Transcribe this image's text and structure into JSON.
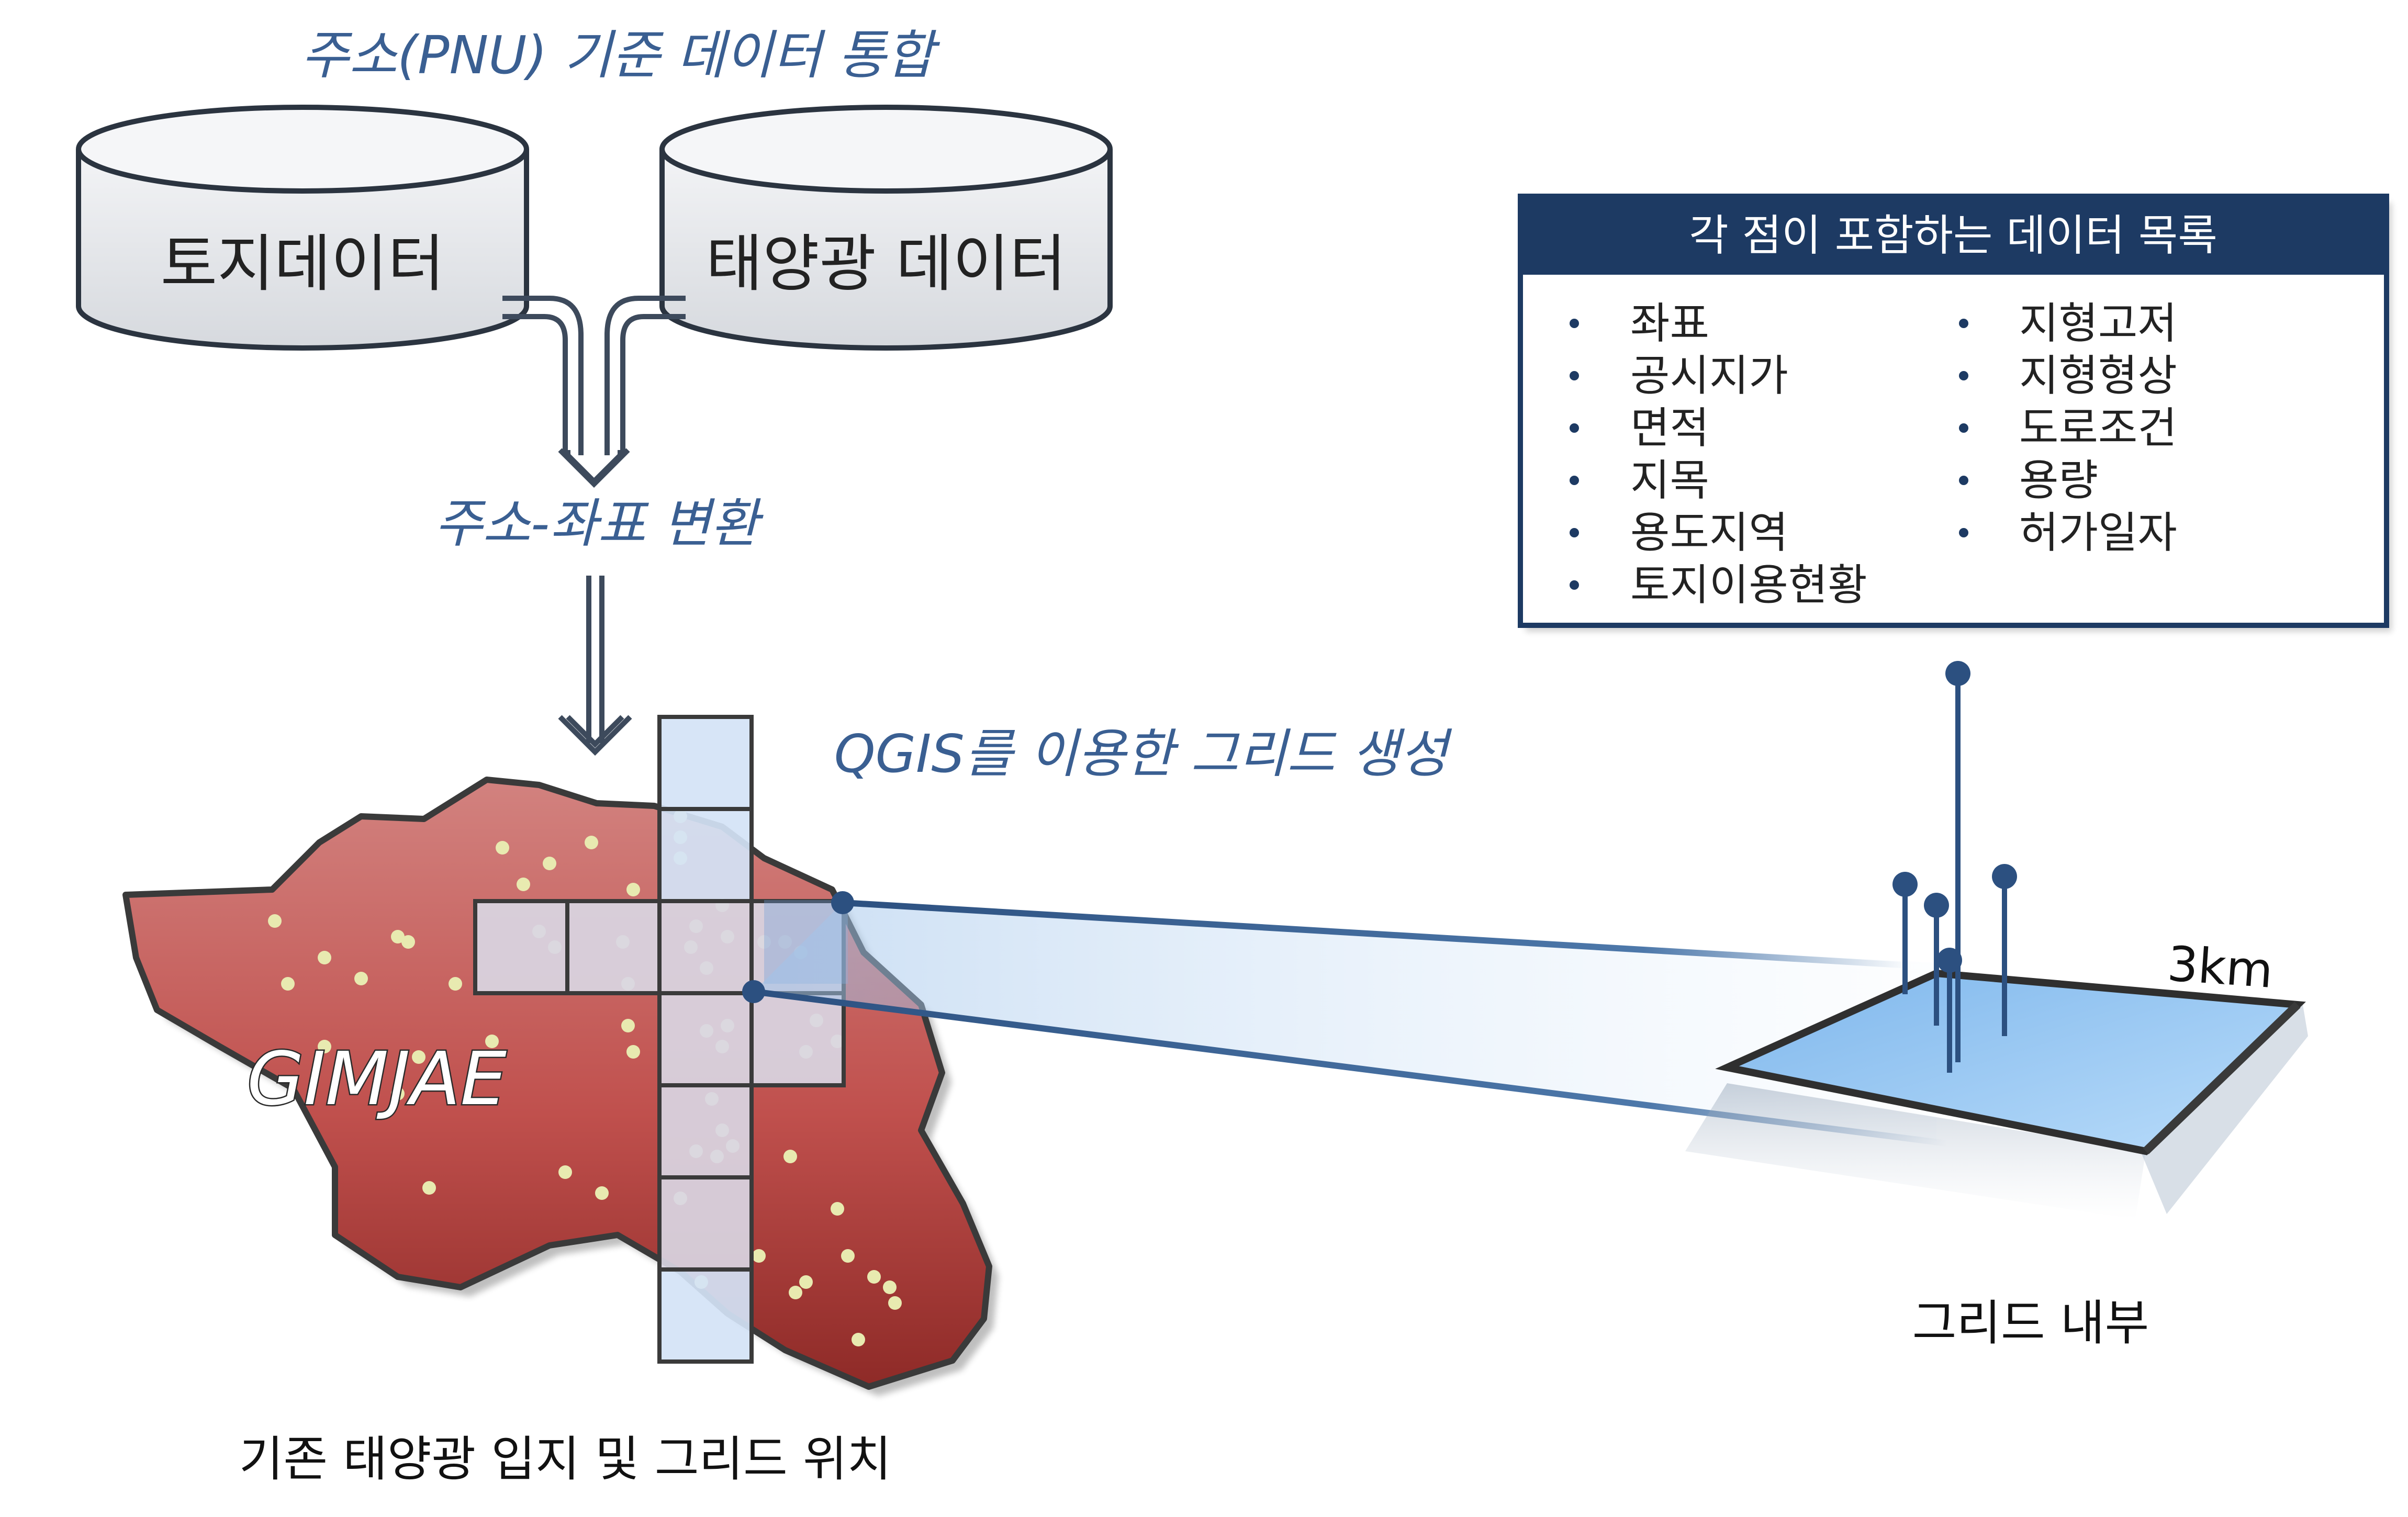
{
  "title": "주소(PNU) 기준 데이터 통합",
  "databases": [
    {
      "label": "토지데이터"
    },
    {
      "label": "태양광 데이터"
    }
  ],
  "step_convert": "주소-좌표 변환",
  "step_grid": "QGIS를 이용한 그리드 생성",
  "map_label": "GIMJAE",
  "map_caption": "기존 태양광 입지 및 그리드 위치",
  "panel": {
    "title": "각 점이 포함하는 데이터 목록",
    "left_items": [
      "좌표",
      "공시지가",
      "면적",
      "지목",
      "용도지역",
      "토지이용현황"
    ],
    "right_items": [
      "지형고저",
      "지형형상",
      "도로조건",
      "용량",
      "허가일자"
    ]
  },
  "grid_size_label": "3km",
  "grid_caption": "그리드 내부",
  "colors": {
    "title_text": "#3a5f92",
    "panel_header": "#1d3a63",
    "map_fill": "#c0504d",
    "grid_cell": "#cfdcf0",
    "grid_surface": "#9ccbf2",
    "pin": "#2c5080"
  }
}
